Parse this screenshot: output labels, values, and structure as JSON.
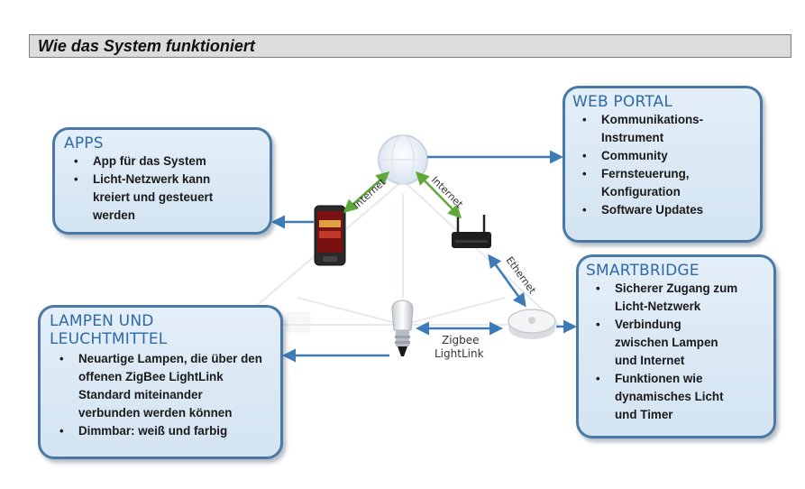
{
  "header": {
    "title": "Wie das System funktioniert"
  },
  "apps": {
    "title": "APPS",
    "items": [
      "App für das System",
      "Licht-Netzwerk kann kreiert und gesteuert werden"
    ]
  },
  "web_portal": {
    "title": "WEB PORTAL",
    "items": [
      "Kommunikations-Instrument",
      "Community",
      "Fernsteuerung, Konfiguration",
      "Software Updates"
    ]
  },
  "smartbridge": {
    "title": "SMARTBRIDGE",
    "items": [
      "Sicherer Zugang zum Licht-Netzwerk",
      "Verbindung zwischen Lampen und Internet",
      "Funktionen wie dynamisches Licht und Timer"
    ]
  },
  "lamps": {
    "title_line1": "LAMPEN UND",
    "title_line2": "LEUCHTMITTEL",
    "items": [
      "Neuartige Lampen, die über den offenen ZigBee LightLink Standard miteinander verbunden werden können",
      "Dimmbar: weiß und farbig"
    ]
  },
  "connections": {
    "internet_left": "Internet",
    "internet_right": "Internet",
    "ethernet": "Ethernet",
    "zigbee_line1": "Zigbee",
    "zigbee_line2": "LightLink"
  },
  "colors": {
    "box_border": "#4a79a7",
    "title_blue": "#2e6aa6",
    "arrow_blue": "#3d7bb8",
    "arrow_green": "#5fa83a"
  }
}
